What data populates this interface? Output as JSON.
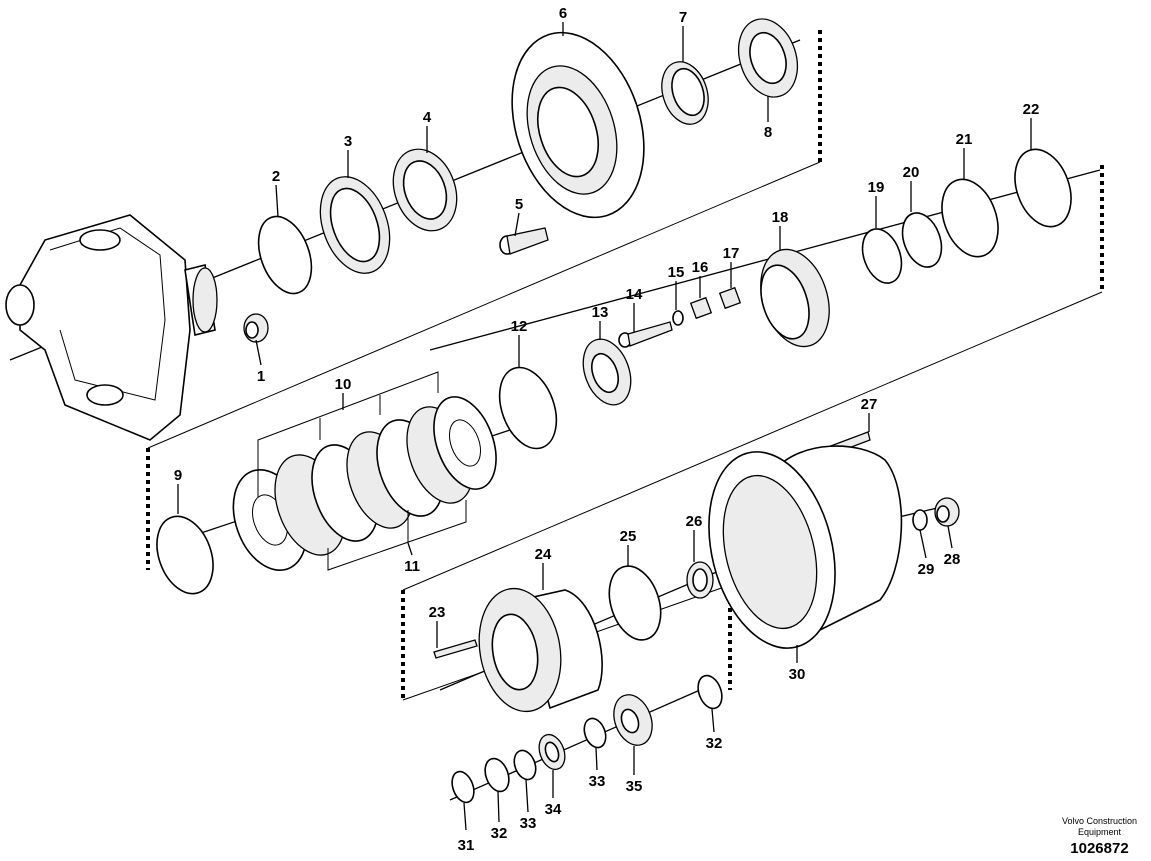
{
  "diagram": {
    "callouts": [
      {
        "id": "1",
        "label": "1"
      },
      {
        "id": "2",
        "label": "2"
      },
      {
        "id": "3",
        "label": "3"
      },
      {
        "id": "4",
        "label": "4"
      },
      {
        "id": "5",
        "label": "5"
      },
      {
        "id": "6",
        "label": "6"
      },
      {
        "id": "7",
        "label": "7"
      },
      {
        "id": "8",
        "label": "8"
      },
      {
        "id": "9",
        "label": "9"
      },
      {
        "id": "10",
        "label": "10"
      },
      {
        "id": "11",
        "label": "11"
      },
      {
        "id": "12",
        "label": "12"
      },
      {
        "id": "13",
        "label": "13"
      },
      {
        "id": "14",
        "label": "14"
      },
      {
        "id": "15",
        "label": "15"
      },
      {
        "id": "16",
        "label": "16"
      },
      {
        "id": "17",
        "label": "17"
      },
      {
        "id": "18",
        "label": "18"
      },
      {
        "id": "19",
        "label": "19"
      },
      {
        "id": "20",
        "label": "20"
      },
      {
        "id": "21",
        "label": "21"
      },
      {
        "id": "22",
        "label": "22"
      },
      {
        "id": "23",
        "label": "23"
      },
      {
        "id": "24",
        "label": "24"
      },
      {
        "id": "25",
        "label": "25"
      },
      {
        "id": "26",
        "label": "26"
      },
      {
        "id": "27",
        "label": "27"
      },
      {
        "id": "28",
        "label": "28"
      },
      {
        "id": "29",
        "label": "29"
      },
      {
        "id": "30",
        "label": "30"
      },
      {
        "id": "31",
        "label": "31"
      },
      {
        "id": "32a",
        "label": "32"
      },
      {
        "id": "32b",
        "label": "32"
      },
      {
        "id": "33a",
        "label": "33"
      },
      {
        "id": "33b",
        "label": "33"
      },
      {
        "id": "34",
        "label": "34"
      },
      {
        "id": "35",
        "label": "35"
      }
    ]
  },
  "footer": {
    "brand_line1": "Volvo Construction",
    "brand_line2": "Equipment",
    "drawing_number": "1026872"
  }
}
